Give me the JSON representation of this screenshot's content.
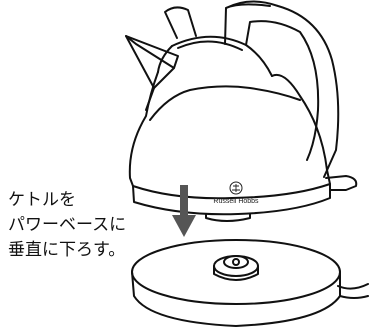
{
  "instruction": {
    "lines": [
      "ケトルを",
      "パワーベースに",
      "垂直に下ろす。"
    ]
  },
  "kettle": {
    "brand": "Russell Hobbs"
  },
  "icons": {
    "direction": "down-arrow-icon",
    "logo": "russell-hobbs-logo-icon"
  },
  "colors": {
    "line": "#111111",
    "arrow": "#555555",
    "background": "#ffffff"
  }
}
